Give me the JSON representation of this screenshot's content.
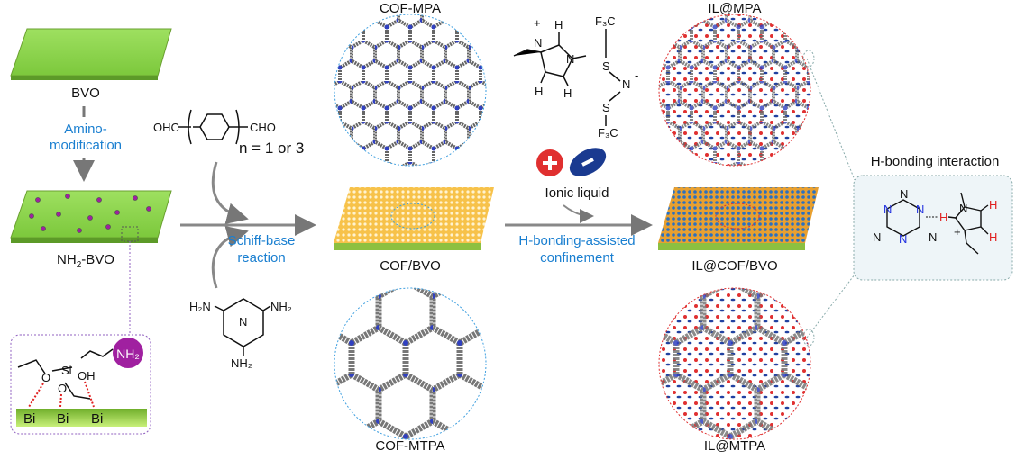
{
  "labels": {
    "bvo": "BVO",
    "amino_mod_1": "Amino-",
    "amino_mod_2": "modification",
    "nh2_bvo": "NH",
    "nh2_bvo_sub": "2",
    "nh2_bvo_rest": "-BVO",
    "schiff_1": "Schiff-base",
    "schiff_2": "reaction",
    "cof_mpa": "COF-MPA",
    "cof_bvo": "COF/BVO",
    "cof_mtpa": "COF-MTPA",
    "ionic_liquid": "Ionic liquid",
    "hbond_1": "H-bonding-assisted",
    "hbond_2": "confinement",
    "il_mpa": "IL@MPA",
    "il_cof_bvo": "IL@COF/BVO",
    "il_mtpa": "IL@MTPA",
    "hbond_interaction": "H-bonding interaction"
  },
  "aldehyde": {
    "left": "OHC",
    "right": "CHO",
    "n_text": "n = 1 or 3"
  },
  "melamine": {
    "nh2": "H₂N",
    "nh2r": "NH₂",
    "n": "N"
  },
  "inset": {
    "nh2": "NH₂",
    "si": "Si",
    "o": "O",
    "oh": "OH",
    "bi": "Bi"
  },
  "ion": {
    "cf3": "F₃C",
    "s": "S",
    "n": "N",
    "h": "H",
    "plus": "+",
    "minus": "-"
  },
  "colors": {
    "green": "#8fd14f",
    "blue_text": "#1a7fd0",
    "purple": "#a020a0",
    "red": "#e02020"
  }
}
